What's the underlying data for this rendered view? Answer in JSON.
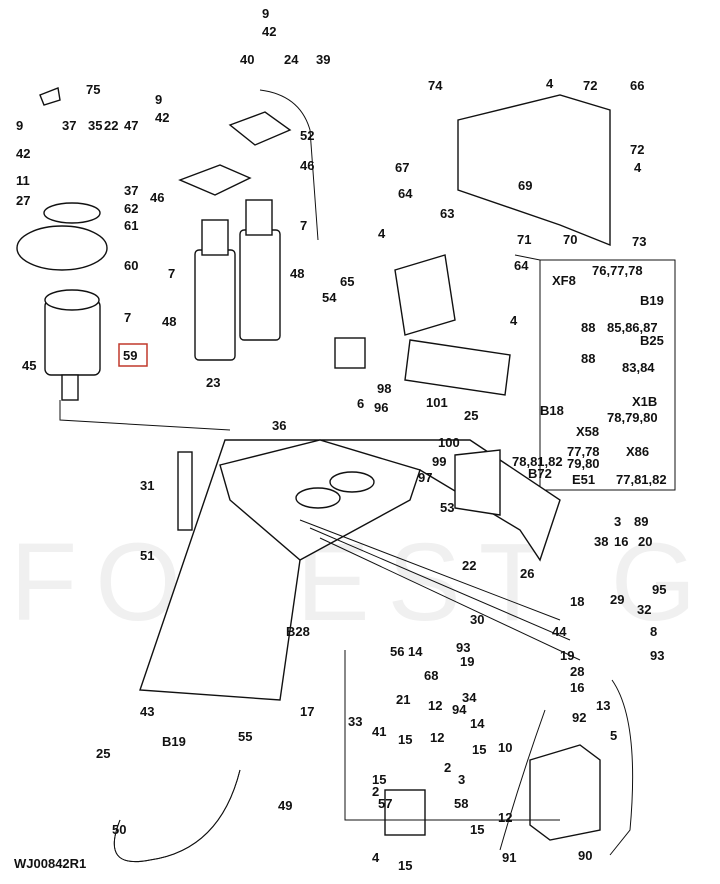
{
  "watermark": "FOREST GRI",
  "drawing_id": "WJ00842R1",
  "highlighted_callout": "59",
  "highlight_color": "#c0392b",
  "callouts": [
    "9",
    "42",
    "40",
    "24",
    "39",
    "75",
    "74",
    "4",
    "72",
    "66",
    "9",
    "42",
    "37",
    "35",
    "22",
    "47",
    "9",
    "52",
    "42",
    "72",
    "46",
    "67",
    "4",
    "11",
    "37",
    "69",
    "46",
    "27",
    "62",
    "64",
    "63",
    "61",
    "7",
    "4",
    "71",
    "70",
    "73",
    "60",
    "7",
    "48",
    "64",
    "65",
    "54",
    "76,77,78",
    "XF8",
    "B19",
    "7",
    "48",
    "88",
    "85,86,87",
    "B25",
    "88",
    "83,84",
    "4",
    "59",
    "45",
    "23",
    "6",
    "98",
    "101",
    "X1B",
    "96",
    "36",
    "25",
    "B18",
    "78,79,80",
    "X58",
    "100",
    "99",
    "77,78",
    "79,80",
    "X86",
    "78,81,82",
    "B72",
    "31",
    "97",
    "E51",
    "77,81,82",
    "53",
    "3",
    "89",
    "51",
    "38",
    "16",
    "20",
    "22",
    "26",
    "95",
    "18",
    "29",
    "32",
    "30",
    "8",
    "B28",
    "44",
    "14",
    "93",
    "56",
    "19",
    "93",
    "68",
    "19",
    "28",
    "21",
    "34",
    "16",
    "43",
    "17",
    "94",
    "33",
    "41",
    "12",
    "12",
    "13",
    "92",
    "14",
    "5",
    "B19",
    "55",
    "15",
    "10",
    "15",
    "25",
    "2",
    "15",
    "3",
    "2",
    "57",
    "58",
    "49",
    "12",
    "50",
    "15",
    "91",
    "90",
    "4",
    "15"
  ]
}
